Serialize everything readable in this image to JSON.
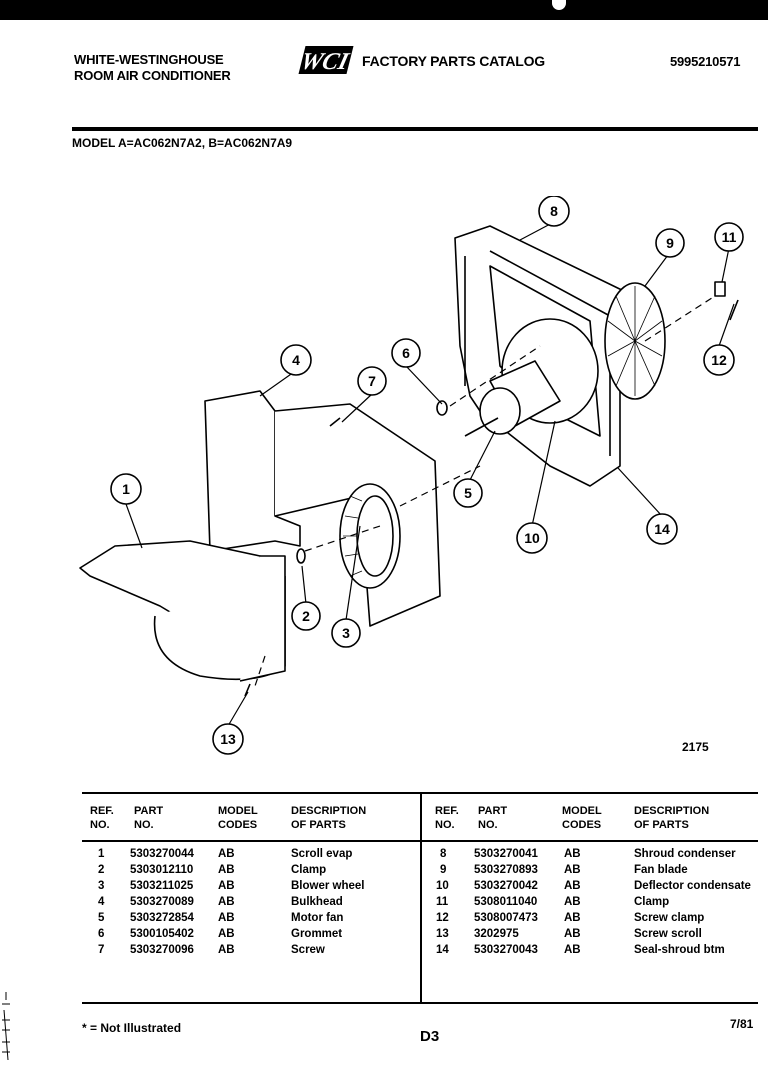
{
  "header": {
    "brand_line1": "WHITE-WESTINGHOUSE",
    "brand_line2": "ROOM AIR CONDITIONER",
    "logo_text": "WCI",
    "catalog_title": "FACTORY PARTS CATALOG",
    "catalog_number": "5995210571",
    "model_line": "MODEL A=AC062N7A2, B=AC062N7A9"
  },
  "diagram": {
    "figure_number": "2175",
    "callouts": [
      "1",
      "2",
      "3",
      "4",
      "5",
      "6",
      "7",
      "8",
      "9",
      "10",
      "11",
      "12",
      "13",
      "14"
    ]
  },
  "table": {
    "headers": {
      "ref_no": [
        "REF.",
        "NO."
      ],
      "part_no": [
        "PART",
        "NO."
      ],
      "model_codes": [
        "MODEL",
        "CODES"
      ],
      "description": [
        "DESCRIPTION",
        "OF PARTS"
      ]
    },
    "left_rows": [
      {
        "ref": "1",
        "part": "5303270044",
        "codes": "AB",
        "desc": "Scroll evap"
      },
      {
        "ref": "2",
        "part": "5303012110",
        "codes": "AB",
        "desc": "Clamp"
      },
      {
        "ref": "3",
        "part": "5303211025",
        "codes": "AB",
        "desc": "Blower wheel"
      },
      {
        "ref": "4",
        "part": "5303270089",
        "codes": "AB",
        "desc": "Bulkhead"
      },
      {
        "ref": "5",
        "part": "5303272854",
        "codes": "AB",
        "desc": "Motor fan"
      },
      {
        "ref": "6",
        "part": "5300105402",
        "codes": "AB",
        "desc": "Grommet"
      },
      {
        "ref": "7",
        "part": "5303270096",
        "codes": "AB",
        "desc": "Screw"
      }
    ],
    "right_rows": [
      {
        "ref": "8",
        "part": "5303270041",
        "codes": "AB",
        "desc": "Shroud condenser"
      },
      {
        "ref": "9",
        "part": "5303270893",
        "codes": "AB",
        "desc": "Fan blade"
      },
      {
        "ref": "10",
        "part": "5303270042",
        "codes": "AB",
        "desc": "Deflector condensate"
      },
      {
        "ref": "11",
        "part": "5308011040",
        "codes": "AB",
        "desc": "Clamp"
      },
      {
        "ref": "12",
        "part": "5308007473",
        "codes": "AB",
        "desc": "Screw clamp"
      },
      {
        "ref": "13",
        "part": "3202975",
        "codes": "AB",
        "desc": "Screw scroll"
      },
      {
        "ref": "14",
        "part": "5303270043",
        "codes": "AB",
        "desc": "Seal-shroud btm"
      }
    ]
  },
  "footer": {
    "note": "* = Not Illustrated",
    "page_id": "D3",
    "date": "7/81"
  }
}
